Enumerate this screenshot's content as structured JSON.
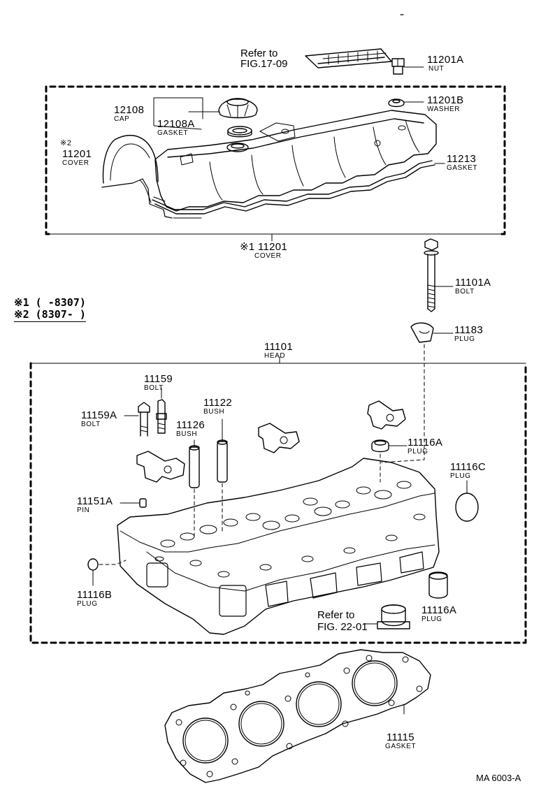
{
  "diagram": {
    "footer_code": "MA 6003-A",
    "notes": [
      "※1 (      -8307)",
      "※2 (8307-        )"
    ],
    "refs": {
      "fig17": [
        "Refer to",
        "FIG.17-09"
      ],
      "fig22": [
        "Refer to",
        "FIG. 22-01"
      ]
    },
    "parts": {
      "p11201A": {
        "number": "11201A",
        "name": "NUT"
      },
      "p12108": {
        "number": "12108",
        "name": "CAP"
      },
      "p12108A": {
        "number": "12108A",
        "name": "GASKET"
      },
      "p11201B": {
        "number": "11201B",
        "name": "WASHER"
      },
      "p11201_2": {
        "mark": "※2",
        "number": "11201",
        "name": "COVER"
      },
      "p11213": {
        "number": "11213",
        "name": "GASKET"
      },
      "p11201_1": {
        "number": "※1 11201",
        "name": "COVER"
      },
      "p11101A": {
        "number": "11101A",
        "name": "BOLT"
      },
      "p11183": {
        "number": "11183",
        "name": "PLUG"
      },
      "p11101": {
        "number": "11101",
        "name": "HEAD"
      },
      "p11159": {
        "number": "11159",
        "name": "BOLT"
      },
      "p11159A": {
        "number": "11159A",
        "name": "BOLT"
      },
      "p11122": {
        "number": "11122",
        "name": "BUSH"
      },
      "p11126": {
        "number": "11126",
        "name": "BUSH"
      },
      "p11116A_1": {
        "number": "11116A",
        "name": "PLUG"
      },
      "p11116C": {
        "number": "11116C",
        "name": "PLUG"
      },
      "p11151A": {
        "number": "11151A",
        "name": "PIN"
      },
      "p11116B": {
        "number": "11116B",
        "name": "PLUG"
      },
      "p11116A_2": {
        "number": "11116A",
        "name": "PLUG"
      },
      "p11115": {
        "number": "11115",
        "name": "GASKET"
      }
    }
  }
}
